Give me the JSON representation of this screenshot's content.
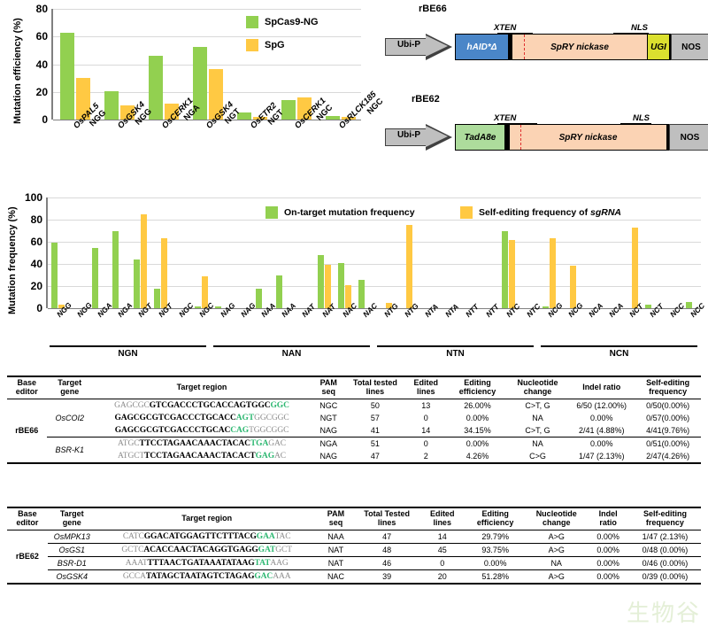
{
  "chart_data": [
    {
      "id": "top",
      "type": "bar",
      "title": "",
      "xlabel": "",
      "ylabel": "Mutation efficiency (%)",
      "ylim": [
        0,
        80
      ],
      "yticks": [
        0,
        20,
        40,
        60,
        80
      ],
      "grid": true,
      "legend_position": "top-right",
      "categories": [
        "OsPAL5\nNGG",
        "OsGSK4\nNGG",
        "OsCERK1\nNGA",
        "OsGSK4\nNGT",
        "OsETR2\nNGT",
        "OsCERK1\nNGC",
        "OsRLCK185\nNGC"
      ],
      "category_genes": [
        "OsPAL5",
        "OsGSK4",
        "OsCERK1",
        "OsGSK4",
        "OsETR2",
        "OsCERK1",
        "OsRLCK185"
      ],
      "category_pams": [
        "NGG",
        "NGG",
        "NGA",
        "NGT",
        "NGT",
        "NGC",
        "NGC"
      ],
      "series": [
        {
          "name": "SpCas9-NG",
          "color": "#92D050",
          "values": [
            62.5,
            20.6,
            46.2,
            52.7,
            5.2,
            14.3,
            2.4
          ]
        },
        {
          "name": "SpG",
          "color": "#FFC943",
          "values": [
            30.0,
            10.2,
            11.3,
            36.2,
            2.2,
            15.7,
            2.1
          ]
        }
      ]
    },
    {
      "id": "middle",
      "type": "bar",
      "title": "",
      "xlabel": "",
      "ylabel": "Mutation frequency (%)",
      "ylim": [
        0,
        100
      ],
      "yticks": [
        0,
        20,
        40,
        60,
        80,
        100
      ],
      "grid": true,
      "legend_position": "top-right",
      "categories": [
        "NGG",
        "NGG",
        "NGA",
        "NGA",
        "NGT",
        "NGT",
        "NGC",
        "NGC",
        "NAG",
        "NAG",
        "NAA",
        "NAA",
        "NAT",
        "NAT",
        "NAC",
        "NAC",
        "NTG",
        "NTG",
        "NTA",
        "NTA",
        "NTT",
        "NTT",
        "NTC",
        "NTC",
        "NCG",
        "NCG",
        "NCA",
        "NCA",
        "NCT",
        "NCT",
        "NCC",
        "NCC"
      ],
      "groups": [
        {
          "label": "NGN",
          "start": 0,
          "end": 7
        },
        {
          "label": "NAN",
          "start": 8,
          "end": 15
        },
        {
          "label": "NTN",
          "start": 16,
          "end": 23
        },
        {
          "label": "NCN",
          "start": 24,
          "end": 31
        }
      ],
      "series": [
        {
          "name": "On-target mutation frequency",
          "color": "#92D050",
          "values": [
            59.5,
            0,
            54.5,
            70.0,
            44.0,
            18.0,
            0,
            2.0,
            2.0,
            0,
            18.0,
            30.0,
            0,
            48.0,
            41.0,
            26.0,
            0,
            0,
            0,
            0,
            0,
            0,
            69.5,
            0,
            2.0,
            0,
            0,
            0,
            0,
            3.0,
            0,
            5.5
          ]
        },
        {
          "name": "Self-editing frequency of sgRNA",
          "color": "#FFC943",
          "values": [
            3.5,
            0,
            0,
            0,
            85.0,
            63.0,
            0,
            28.5,
            0,
            0,
            0,
            0,
            0,
            39.0,
            21.0,
            0,
            4.5,
            75.0,
            0,
            0,
            0,
            0,
            62.0,
            0,
            63.5,
            38.5,
            0,
            0,
            73.0,
            0,
            0,
            0
          ]
        }
      ]
    }
  ],
  "constructs": [
    {
      "name": "rBE66",
      "promoter": "Ubi-P",
      "terminator": "NOS",
      "deaminase": "hAID*Δ",
      "deaminase_color": "#4a86c8",
      "nickase": "SpRY nickase",
      "nickase_color": "#fbd3b4",
      "ugi": "UGI",
      "ugi_color": "#dbe02f",
      "xten_label": "XTEN",
      "nls_label": "NLS"
    },
    {
      "name": "rBE62",
      "promoter": "Ubi-P",
      "terminator": "NOS",
      "deaminase": "TadA8e",
      "deaminase_color": "#addc9c",
      "nickase": "SpRY nickase",
      "nickase_color": "#fbd3b4",
      "ugi": "",
      "ugi_color": "",
      "xten_label": "XTEN",
      "nls_label": "NLS"
    }
  ],
  "table1": {
    "headers": [
      "Base\neditor",
      "Target\ngene",
      "Target region",
      "PAM\nseq",
      "Total\ntested lines",
      "Edited\nlines",
      "Editing\nefficiency",
      "Nucleotide\nchange",
      "Indel ratio",
      "Self-editing\nfrequency"
    ],
    "headers_flat": {
      "base_editor": "Base editor",
      "target_gene": "Target gene",
      "target_region": "Target region",
      "pam_seq": "PAM seq",
      "total_lines": "Total tested lines",
      "edited_lines": "Edited lines",
      "editing_efficiency": "Editing efficiency",
      "nucleotide_change": "Nucleotide change",
      "indel_ratio": "Indel ratio",
      "self_editing": "Self-editing frequency"
    },
    "editor": "rBE66",
    "rows": [
      {
        "gene": "OsCOI2",
        "gene_span": 3,
        "seq": [
          [
            "GAGCGC",
            "dim"
          ],
          [
            "GTCGACCCTGCACCAGTGGC",
            "bold"
          ],
          [
            "GGC",
            "pam"
          ]
        ],
        "pam": "NGC",
        "total": "50",
        "edited": "13",
        "eff": "26.00%",
        "change": "C>T, G",
        "indel": "6/50 (12.00%)",
        "self": "0/50(0.00%)"
      },
      {
        "gene": "",
        "gene_span": 0,
        "seq": [
          [
            "GAGCGCGTCGACCCTGCACC",
            "bold"
          ],
          [
            "AGT",
            "pam"
          ],
          [
            "GGCGGC",
            "dim"
          ]
        ],
        "pam": "NGT",
        "total": "57",
        "edited": "0",
        "eff": "0.00%",
        "change": "NA",
        "indel": "0.00%",
        "self": "0/57(0.00%)"
      },
      {
        "gene": "",
        "gene_span": 0,
        "seq": [
          [
            "GAGCGCGTCGACCCTGCAC",
            "bold"
          ],
          [
            "CAG",
            "pam"
          ],
          [
            "TGGCGGC",
            "dim"
          ]
        ],
        "pam": "NAG",
        "total": "41",
        "edited": "14",
        "eff": "34.15%",
        "change": "C>T, G",
        "indel": "2/41 (4.88%)",
        "self": "4/41(9.76%)"
      },
      {
        "gene": "BSR-K1",
        "gene_span": 2,
        "seq": [
          [
            "ATGC",
            "dim"
          ],
          [
            "TTCCTAGAACAAACTACAC",
            "bold"
          ],
          [
            "TGA",
            "pam"
          ],
          [
            "GAC",
            "dim"
          ]
        ],
        "pam": "NGA",
        "total": "51",
        "edited": "0",
        "eff": "0.00%",
        "change": "NA",
        "indel": "0.00%",
        "self": "0/51(0.00%)"
      },
      {
        "gene": "",
        "gene_span": 0,
        "seq": [
          [
            "ATGCT",
            "dim"
          ],
          [
            "TCCTAGAACAAACTACACT",
            "bold"
          ],
          [
            "GAG",
            "pam"
          ],
          [
            "AC",
            "dim"
          ]
        ],
        "pam": "NAG",
        "total": "47",
        "edited": "2",
        "eff": "4.26%",
        "change": "C>G",
        "indel": "1/47 (2.13%)",
        "self": "2/47(4.26%)"
      }
    ]
  },
  "table2": {
    "headers_flat": {
      "base_editor": "Base editor",
      "target_gene": "Target gene",
      "target_region": "Target region",
      "pam_seq": "PAM seq",
      "total_lines": "Total Tested lines",
      "edited_lines": "Edited lines",
      "editing_efficiency": "Editing efficiency",
      "nucleotide_change": "Nucleotide change",
      "indel_ratio": "Indel ratio",
      "self_editing": "Self-editing frequency"
    },
    "editor": "rBE62",
    "rows": [
      {
        "gene": "OsMPK13",
        "seq": [
          [
            "CATC",
            "dim"
          ],
          [
            "GGACATGGAGTTCTTTACG",
            "bold"
          ],
          [
            "GAA",
            "pam"
          ],
          [
            "TAC",
            "dim"
          ]
        ],
        "pam": "NAA",
        "total": "47",
        "edited": "14",
        "eff": "29.79%",
        "change": "A>G",
        "indel": "0.00%",
        "self": "1/47 (2.13%)"
      },
      {
        "gene": "OsGS1",
        "seq": [
          [
            "GCTC",
            "dim"
          ],
          [
            "ACACCAACTACAGGTGAGG",
            "bold"
          ],
          [
            "GAT",
            "pam"
          ],
          [
            "GCT",
            "dim"
          ]
        ],
        "pam": "NAT",
        "total": "48",
        "edited": "45",
        "eff": "93.75%",
        "change": "A>G",
        "indel": "0.00%",
        "self": "0/48 (0.00%)"
      },
      {
        "gene": "BSR-D1",
        "seq": [
          [
            "AAAT",
            "dim"
          ],
          [
            "TTTAACTGATAAATATAAG",
            "bold"
          ],
          [
            "TAT",
            "pam"
          ],
          [
            "AAG",
            "dim"
          ]
        ],
        "pam": "NAT",
        "total": "46",
        "edited": "0",
        "eff": "0.00%",
        "change": "NA",
        "indel": "0.00%",
        "self": "0/46 (0.00%)"
      },
      {
        "gene": "OsGSK4",
        "seq": [
          [
            "GCCA",
            "dim"
          ],
          [
            "TATAGCTAATAGTCTAGAG",
            "bold"
          ],
          [
            "GAC",
            "pam"
          ],
          [
            "AAA",
            "dim"
          ]
        ],
        "pam": "NAC",
        "total": "39",
        "edited": "20",
        "eff": "51.28%",
        "change": "A>G",
        "indel": "0.00%",
        "self": "0/39 (0.00%)"
      }
    ]
  },
  "watermark": "生物谷"
}
